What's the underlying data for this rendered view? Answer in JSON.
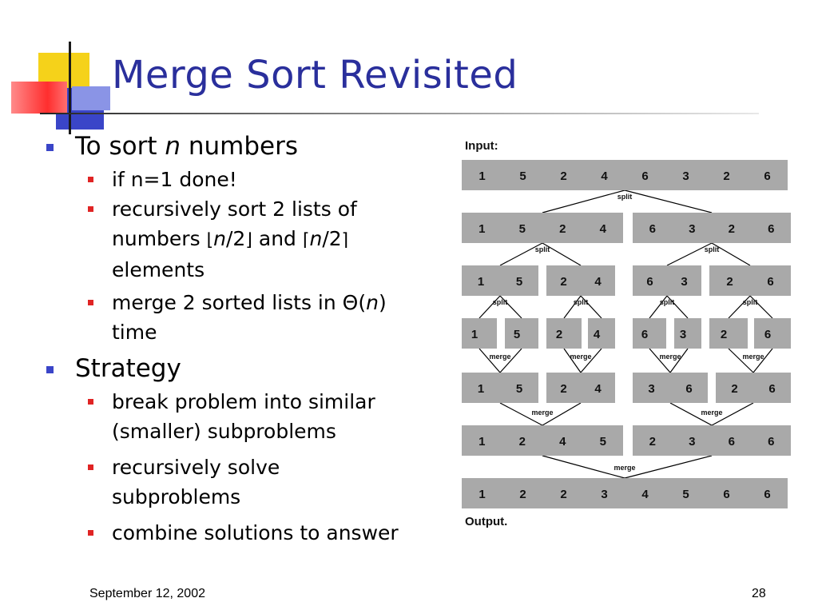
{
  "title": "Merge Sort Revisited",
  "bullets": {
    "b1_pre": "To sort ",
    "b1_var": "n",
    "b1_post": " numbers",
    "b1_sub1": "if n=1 done!",
    "b1_sub2_line1": "recursively sort 2 lists of",
    "b1_sub2_pre": "numbers ",
    "b1_sub2_floor_l": "⌊",
    "b1_sub2_n1": "n",
    "b1_sub2_half1": "/2",
    "b1_sub2_floor_r": "⌋",
    "b1_sub2_and": " and ",
    "b1_sub2_ceil_l": "⌈",
    "b1_sub2_n2": "n",
    "b1_sub2_half2": "/2",
    "b1_sub2_ceil_r": "⌉",
    "b1_sub2_line3": "elements",
    "b1_sub3_pre": "merge 2 sorted lists in ",
    "b1_sub3_theta": "Θ",
    "b1_sub3_open": "(",
    "b1_sub3_var": "n",
    "b1_sub3_close": ")",
    "b1_sub3_line2": "time",
    "b2": "Strategy",
    "b2_sub1_line1": "break problem into similar",
    "b2_sub1_line2": "(smaller) subproblems",
    "b2_sub2_line1": "recursively solve",
    "b2_sub2_line2": "subproblems",
    "b2_sub3": "combine solutions to answer"
  },
  "diagram": {
    "input_label": "Input:",
    "output_label": "Output.",
    "split_label": "split",
    "merge_label": "merge",
    "rows": [
      [
        [
          1,
          5,
          2,
          4,
          6,
          3,
          2,
          6
        ]
      ],
      [
        [
          1,
          5,
          2,
          4
        ],
        [
          6,
          3,
          2,
          6
        ]
      ],
      [
        [
          1,
          5
        ],
        [
          2,
          4
        ],
        [
          6,
          3
        ],
        [
          2,
          6
        ]
      ],
      [
        [
          1
        ],
        [
          5
        ],
        [
          2
        ],
        [
          4
        ],
        [
          6
        ],
        [
          3
        ],
        [
          2
        ],
        [
          6
        ]
      ],
      [
        [
          1,
          5
        ],
        [
          2,
          4
        ],
        [
          3,
          6
        ],
        [
          2,
          6
        ]
      ],
      [
        [
          1,
          2,
          4,
          5
        ],
        [
          2,
          3,
          6,
          6
        ]
      ],
      [
        [
          1,
          2,
          2,
          3,
          4,
          5,
          6,
          6
        ]
      ]
    ],
    "colors": {
      "cell": "#a9a9a9",
      "line": "#000000",
      "text": "#111111"
    }
  },
  "footer": {
    "date": "September 12, 2002",
    "page": "28"
  }
}
